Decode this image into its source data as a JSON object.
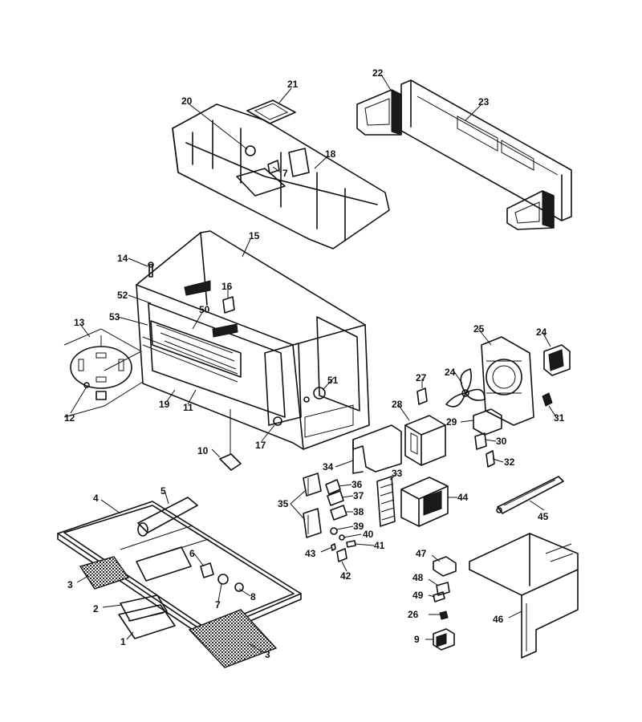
{
  "callouts": [
    {
      "id": "c1",
      "text": "1"
    },
    {
      "id": "c2",
      "text": "2"
    },
    {
      "id": "c3a",
      "text": "3"
    },
    {
      "id": "c3b",
      "text": "3"
    },
    {
      "id": "c4",
      "text": "4"
    },
    {
      "id": "c5",
      "text": "5"
    },
    {
      "id": "c6",
      "text": "6"
    },
    {
      "id": "c7a",
      "text": "7"
    },
    {
      "id": "c7b",
      "text": "7"
    },
    {
      "id": "c8",
      "text": "8"
    },
    {
      "id": "c9",
      "text": "9"
    },
    {
      "id": "c10",
      "text": "10"
    },
    {
      "id": "c11",
      "text": "11"
    },
    {
      "id": "c12",
      "text": "12"
    },
    {
      "id": "c13",
      "text": "13"
    },
    {
      "id": "c14",
      "text": "14"
    },
    {
      "id": "c15",
      "text": "15"
    },
    {
      "id": "c16",
      "text": "16"
    },
    {
      "id": "c17",
      "text": "17"
    },
    {
      "id": "c18",
      "text": "18"
    },
    {
      "id": "c19",
      "text": "19"
    },
    {
      "id": "c20",
      "text": "20"
    },
    {
      "id": "c21",
      "text": "21"
    },
    {
      "id": "c22",
      "text": "22"
    },
    {
      "id": "c23",
      "text": "23"
    },
    {
      "id": "c24a",
      "text": "24"
    },
    {
      "id": "c24b",
      "text": "24"
    },
    {
      "id": "c25",
      "text": "25"
    },
    {
      "id": "c26",
      "text": "26"
    },
    {
      "id": "c27",
      "text": "27"
    },
    {
      "id": "c28",
      "text": "28"
    },
    {
      "id": "c29",
      "text": "29"
    },
    {
      "id": "c30",
      "text": "30"
    },
    {
      "id": "c31",
      "text": "31"
    },
    {
      "id": "c32",
      "text": "32"
    },
    {
      "id": "c33",
      "text": "33"
    },
    {
      "id": "c34",
      "text": "34"
    },
    {
      "id": "c35",
      "text": "35"
    },
    {
      "id": "c36",
      "text": "36"
    },
    {
      "id": "c37",
      "text": "37"
    },
    {
      "id": "c38",
      "text": "38"
    },
    {
      "id": "c39",
      "text": "39"
    },
    {
      "id": "c40",
      "text": "40"
    },
    {
      "id": "c41",
      "text": "41"
    },
    {
      "id": "c42",
      "text": "42"
    },
    {
      "id": "c43",
      "text": "43"
    },
    {
      "id": "c44",
      "text": "44"
    },
    {
      "id": "c45",
      "text": "45"
    },
    {
      "id": "c46",
      "text": "46"
    },
    {
      "id": "c47",
      "text": "47"
    },
    {
      "id": "c48",
      "text": "48"
    },
    {
      "id": "c49",
      "text": "49"
    },
    {
      "id": "c50",
      "text": "50"
    },
    {
      "id": "c51",
      "text": "51"
    },
    {
      "id": "c52",
      "text": "52"
    },
    {
      "id": "c53",
      "text": "53"
    }
  ]
}
